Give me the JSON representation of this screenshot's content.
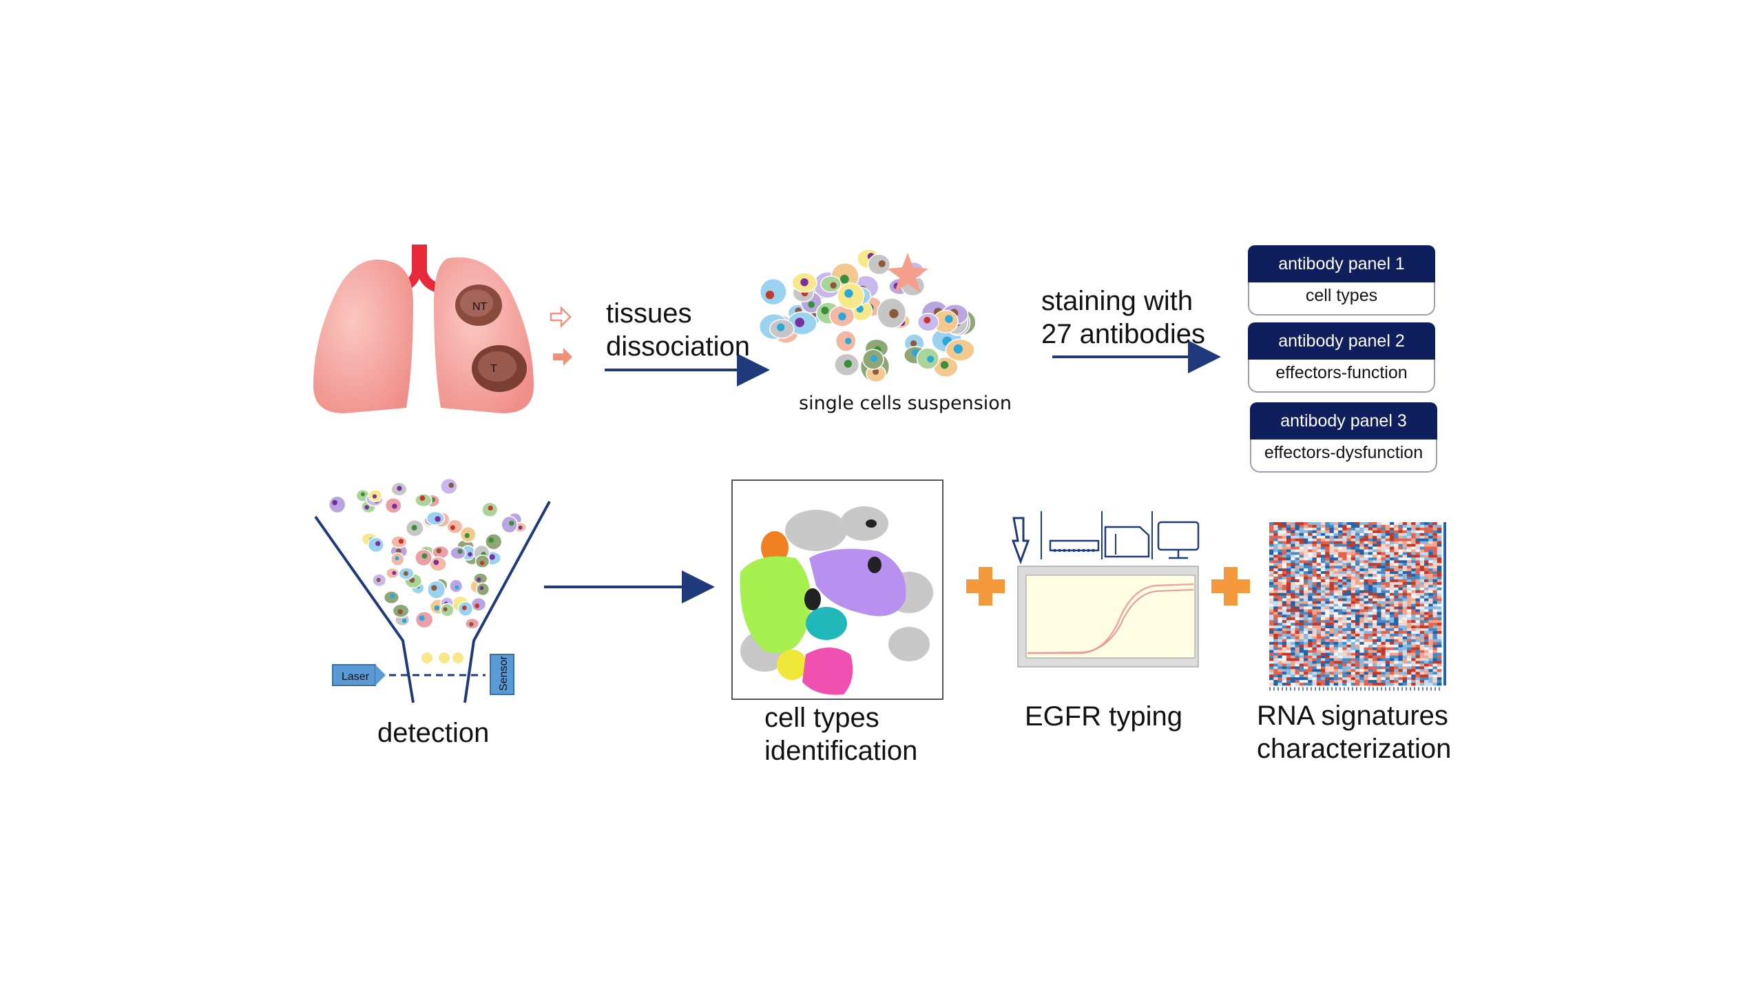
{
  "labels": {
    "tissues_line1": "tissues",
    "tissues_line2": "dissociation",
    "single_cells": "single cells suspension",
    "staining_line1": "staining with",
    "staining_line2": "27 antibodies",
    "detection": "detection",
    "cell_types_line1": "cell types",
    "cell_types_line2": "identification",
    "egfr": "EGFR typing",
    "rna_line1": "RNA signatures",
    "rna_line2": "characterization",
    "laser": "Laser",
    "sensor": "Sensor",
    "nt": "NT",
    "t": "T"
  },
  "panels": [
    {
      "header": "antibody panel 1",
      "body": "cell types"
    },
    {
      "header": "antibody panel 2",
      "body": "effectors-function"
    },
    {
      "header": "antibody panel 3",
      "body": "effectors-dysfunction"
    }
  ],
  "colors": {
    "arrow": "#1f3a7a",
    "panel_header": "#0f1f5e",
    "plus": "#f59a3c",
    "lung": "#f7a9a4"
  },
  "icons": [
    "lung-icon",
    "cell-cluster-icon",
    "funnel-icon",
    "tsne-plot-icon",
    "pipette-icon",
    "pcr-plate-icon",
    "sequencer-icon",
    "monitor-icon",
    "pcr-curve-icon",
    "heatmap-icon",
    "plus-icon"
  ]
}
